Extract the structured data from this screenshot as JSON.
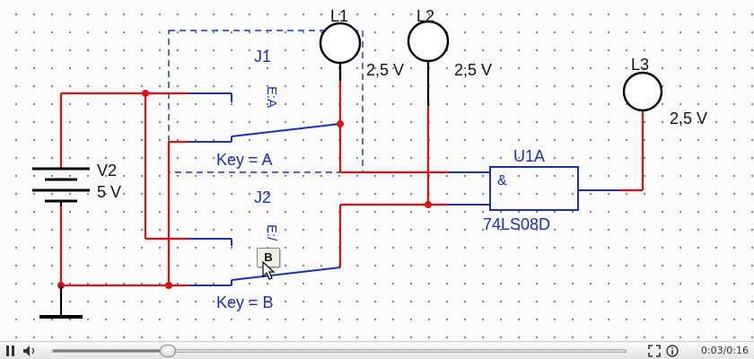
{
  "schematic": {
    "switch_j1": {
      "name": "J1",
      "key_label": "Key = A",
      "contact_text": "E:A"
    },
    "switch_j2": {
      "name": "J2",
      "key_label": "Key = B",
      "contact_text": "E:/"
    },
    "battery": {
      "name": "V2",
      "voltage": "5 V"
    },
    "lamps": [
      {
        "name": "L1",
        "rating": "2,5 V"
      },
      {
        "name": "L2",
        "rating": "2,5 V"
      },
      {
        "name": "L3",
        "rating": "2,5 V"
      }
    ],
    "gate": {
      "name": "U1A",
      "symbol": "&",
      "part": "74LS08D"
    },
    "tooltip_key": "B",
    "wire_colors": {
      "powered": "#e01010",
      "unpowered": "#1a2fc0",
      "ground": "#000000"
    }
  },
  "player": {
    "current_time": "0:03",
    "total_time": "0:16",
    "time_display": "0:03/0:16",
    "progress_fraction": 0.1875,
    "icons": [
      "pause-icon",
      "volume-icon",
      "fullscreen-icon",
      "info-icon"
    ]
  }
}
